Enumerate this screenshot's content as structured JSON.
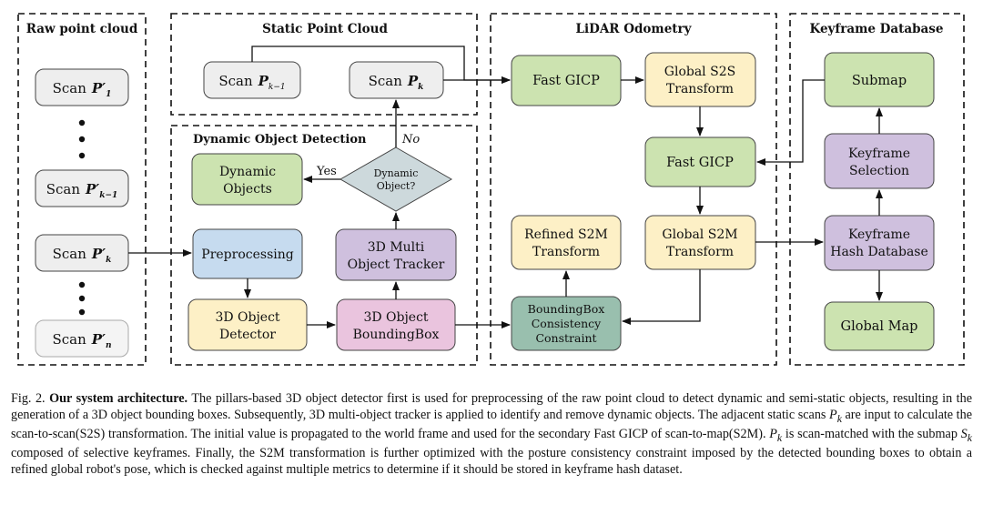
{
  "sections": {
    "raw": "Raw point cloud",
    "static": "Static Point Cloud",
    "lidar": "LiDAR Odometry",
    "keyframe": "Keyframe Database",
    "dynamic": "Dynamic Object Detection"
  },
  "scans": {
    "label": "Scan",
    "p1": "P′",
    "p1_sub": "1",
    "pk1": "P′",
    "pk1_sub": "k−1",
    "pk": "P′",
    "pk_sub": "k",
    "pn": "P′",
    "pn_sub": "n",
    "static_k1": "P",
    "static_k1_sub": "k−1",
    "static_k": "P",
    "static_k_sub": "k"
  },
  "nodes": {
    "fast_gicp_1": "Fast GICP",
    "global_s2s": [
      "Global S2S",
      "Transform"
    ],
    "fast_gicp_2": "Fast GICP",
    "global_s2m": [
      "Global S2M",
      "Transform"
    ],
    "refined_s2m": [
      "Refined S2M",
      "Transform"
    ],
    "bbox_consistency": [
      "BoundingBox",
      "Consistency",
      "Constraint"
    ],
    "submap": "Submap",
    "keyframe_selection": [
      "Keyframe",
      "Selection"
    ],
    "keyframe_hash": [
      "Keyframe",
      "Hash Database"
    ],
    "global_map": "Global Map",
    "dynamic_objects": [
      "Dynamic",
      "Objects"
    ],
    "dynamic_decision": [
      "Dynamic",
      "Object?"
    ],
    "preprocessing": "Preprocessing",
    "tracker": [
      "3D Multi",
      "Object Tracker"
    ],
    "detector": [
      "3D Object",
      "Detector"
    ],
    "bbox": [
      "3D Object",
      "BoundingBox"
    ]
  },
  "edge_labels": {
    "yes": "Yes",
    "no": "No"
  },
  "caption": {
    "fig": "Fig. 2.",
    "bold": "Our system architecture.",
    "t1": "The pillars-based 3D object detector first is used for preprocessing of the raw point cloud to detect dynamic and semi-static objects, resulting in the generation of a 3D object bounding boxes. Subsequently, 3D multi-object tracker is applied to identify and remove dynamic objects. The adjacent static scans ",
    "pk": "P",
    "pk_sub": "k",
    "t2": " are input to calculate the scan-to-scan(S2S) transformation. The initial value is propagated to the world frame and used for the secondary Fast GICP of scan-to-map(S2M). ",
    "pk2": "P",
    "pk2_sub": "k",
    "t3": " is scan-matched with the submap ",
    "sk": "S",
    "sk_sub": "k",
    "t4": " composed of selective keyframes. Finally, the S2M transformation is further optimized with the posture consistency constraint imposed by the detected bounding boxes to obtain a refined global robot's pose, which is checked against multiple metrics to determine if it should be stored in keyframe hash dataset."
  },
  "colors": {
    "gray": "#eeeeee",
    "gray_light": "#f4f4f4",
    "green": "#cce3b0",
    "yellow": "#fdf0c6",
    "purple": "#cfc0de",
    "blue": "#c6dbef",
    "pink": "#eac4de",
    "teal": "#99bfae",
    "diamond": "#cdd9dc"
  }
}
